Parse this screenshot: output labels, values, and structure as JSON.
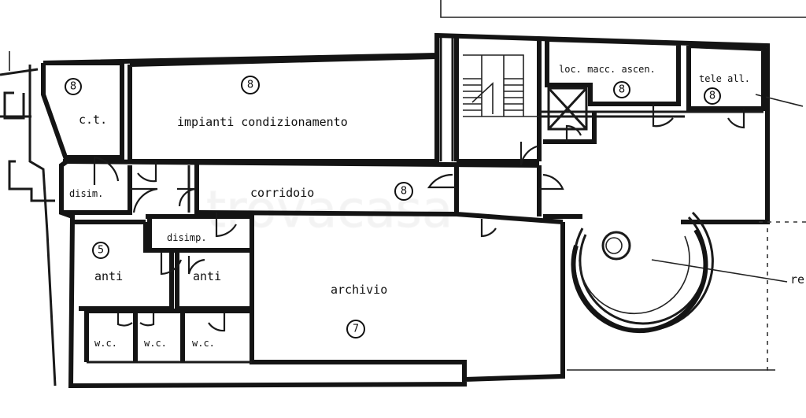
{
  "rooms": {
    "ct": {
      "label": "c.t.",
      "number": "8"
    },
    "impianti": {
      "label": "impianti condizionamento",
      "number": "8"
    },
    "loc_macc": {
      "label": "loc. macc. ascen.",
      "number": "8"
    },
    "telecall": {
      "label": "tele all.",
      "number": "8"
    },
    "disim_left": {
      "label": "disim."
    },
    "corridoio": {
      "label": "corridoio",
      "number": "8"
    },
    "disimp": {
      "label": "disimp."
    },
    "anti_left": {
      "label": "anti",
      "number": "5"
    },
    "anti_right": {
      "label": "anti"
    },
    "archivio": {
      "label": "archivio",
      "number": "7"
    },
    "wc1": {
      "label": "w.c."
    },
    "wc2": {
      "label": "w.c."
    },
    "wc3": {
      "label": "w.c."
    },
    "edge_text": {
      "label": "re"
    }
  },
  "watermark": {
    "text": "trovacasa"
  }
}
